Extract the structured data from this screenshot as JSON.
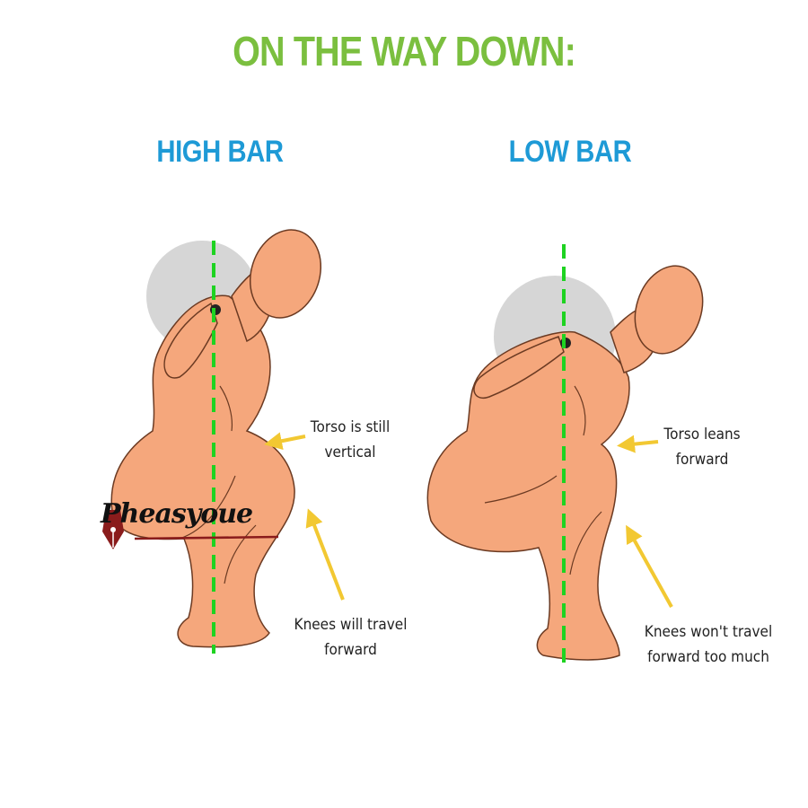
{
  "title": "ON THE WAY DOWN:",
  "colors": {
    "title": "#7bbf3f",
    "subtitle": "#1e9ad6",
    "skin": "#f5a77c",
    "skin_outline": "#6b3a22",
    "plumb_line": "#1ed321",
    "arrow": "#f2c832",
    "bar_circle": "#c8c8c8"
  },
  "panels": {
    "high_bar": {
      "label": "HIGH BAR",
      "torso_note": [
        "Torso is still",
        "vertical"
      ],
      "knee_note": [
        "Knees will travel",
        "forward"
      ]
    },
    "low_bar": {
      "label": "LOW BAR",
      "torso_note": [
        "Torso leans",
        "forward"
      ],
      "knee_note": [
        "Knees won't travel",
        "forward too much"
      ]
    }
  },
  "watermark": "Pheasyoue",
  "icons": [
    "arrow-icon",
    "pen-nib-icon"
  ]
}
